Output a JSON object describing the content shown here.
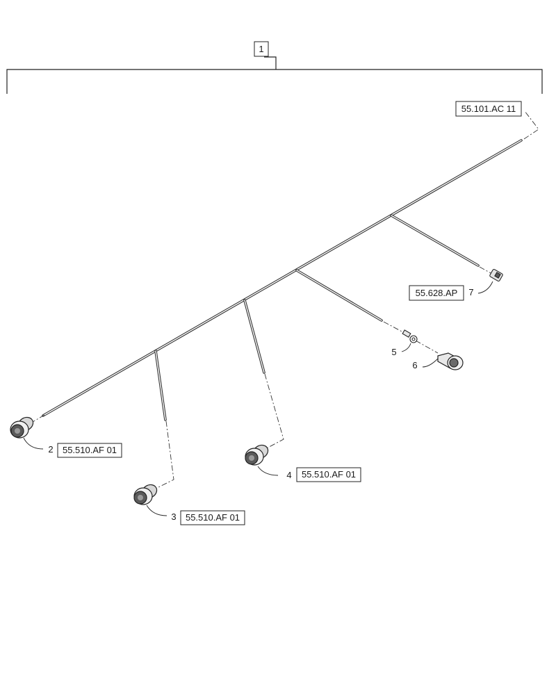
{
  "assembly": {
    "item_number": "1"
  },
  "references": {
    "main_harness": "55.101.AC 11",
    "connector_7": "55.628.AP",
    "connector_2": "55.510.AF 01",
    "connector_3": "55.510.AF 01",
    "connector_4": "55.510.AF 01"
  },
  "callouts": {
    "c2": "2",
    "c3": "3",
    "c4": "4",
    "c5": "5",
    "c6": "6",
    "c7": "7"
  }
}
